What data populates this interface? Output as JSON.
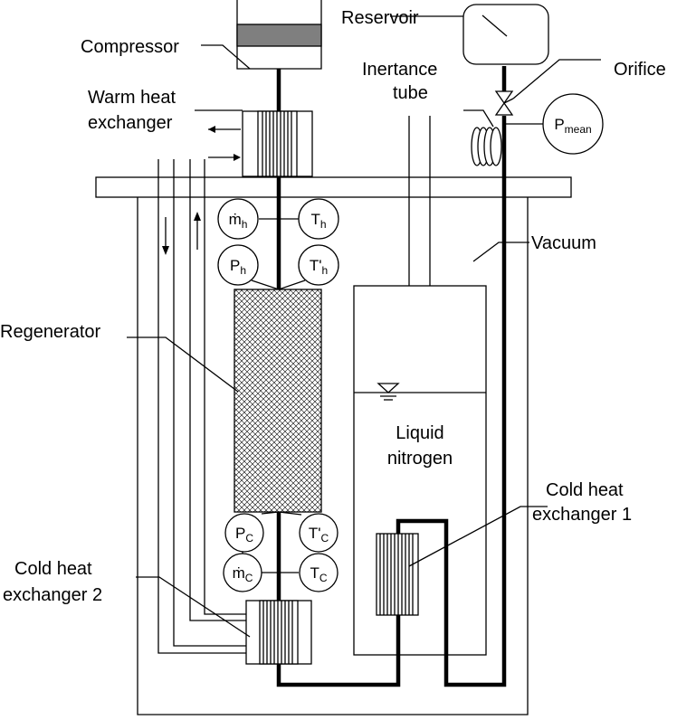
{
  "labels": {
    "compressor": "Compressor",
    "reservoir": "Reservoir",
    "inertance_line1": "Inertance",
    "inertance_line2": "tube",
    "orifice": "Orifice",
    "warm_hx_line1": "Warm heat",
    "warm_hx_line2": "exchanger",
    "vacuum": "Vacuum",
    "regenerator": "Regenerator",
    "liquid_line1": "Liquid",
    "liquid_line2": "nitrogen",
    "cold_hx1_line1": "Cold heat",
    "cold_hx1_line2": "exchanger 1",
    "cold_hx2_line1": "Cold heat",
    "cold_hx2_line2": "exchanger 2"
  },
  "sensors": {
    "mh": {
      "base": "ṁ",
      "sub": "h"
    },
    "th": {
      "base": "T",
      "sub": "h"
    },
    "ph": {
      "base": "P",
      "sub": "h"
    },
    "tph": {
      "base": "T'",
      "sub": "h"
    },
    "pc": {
      "base": "P",
      "sub": "C"
    },
    "tpc": {
      "base": "T'",
      "sub": "C"
    },
    "mc": {
      "base": "ṁ",
      "sub": "C"
    },
    "tc": {
      "base": "T",
      "sub": "C"
    },
    "pmean": {
      "base": "P",
      "sub": "mean"
    }
  }
}
